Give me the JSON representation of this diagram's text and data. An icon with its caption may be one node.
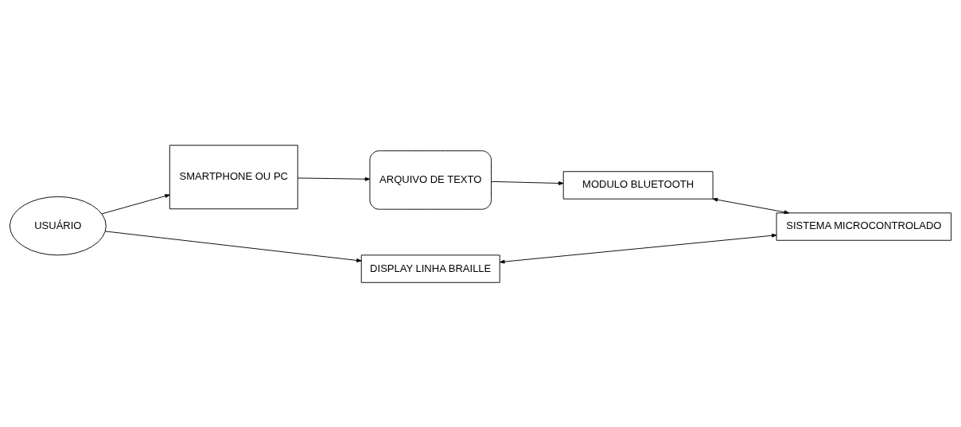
{
  "diagram": {
    "nodes": [
      {
        "text": [
          "USUÁRIO"
        ]
      },
      {
        "text": [
          "SMARTPHONE OU PC"
        ]
      },
      {
        "text": [
          "ARQUIVO DE TEXTO"
        ]
      },
      {
        "text": [
          "MODULO BLUETOOTH"
        ]
      },
      {
        "text": [
          "SISTEMA MICROCONTROLADO"
        ]
      },
      {
        "text": [
          "DISPLAY LINHA BRAILLE"
        ]
      }
    ],
    "edges": [
      {
        "from": 0,
        "to": 1,
        "arrow": "to"
      },
      {
        "from": 1,
        "to": 2,
        "arrow": "to"
      },
      {
        "from": 2,
        "to": 3,
        "arrow": "to"
      },
      {
        "from": 3,
        "to": 4,
        "arrow": "both"
      },
      {
        "from": 5,
        "to": 4,
        "arrow": "both"
      },
      {
        "from": 0,
        "to": 5,
        "arrow": "to"
      }
    ]
  }
}
